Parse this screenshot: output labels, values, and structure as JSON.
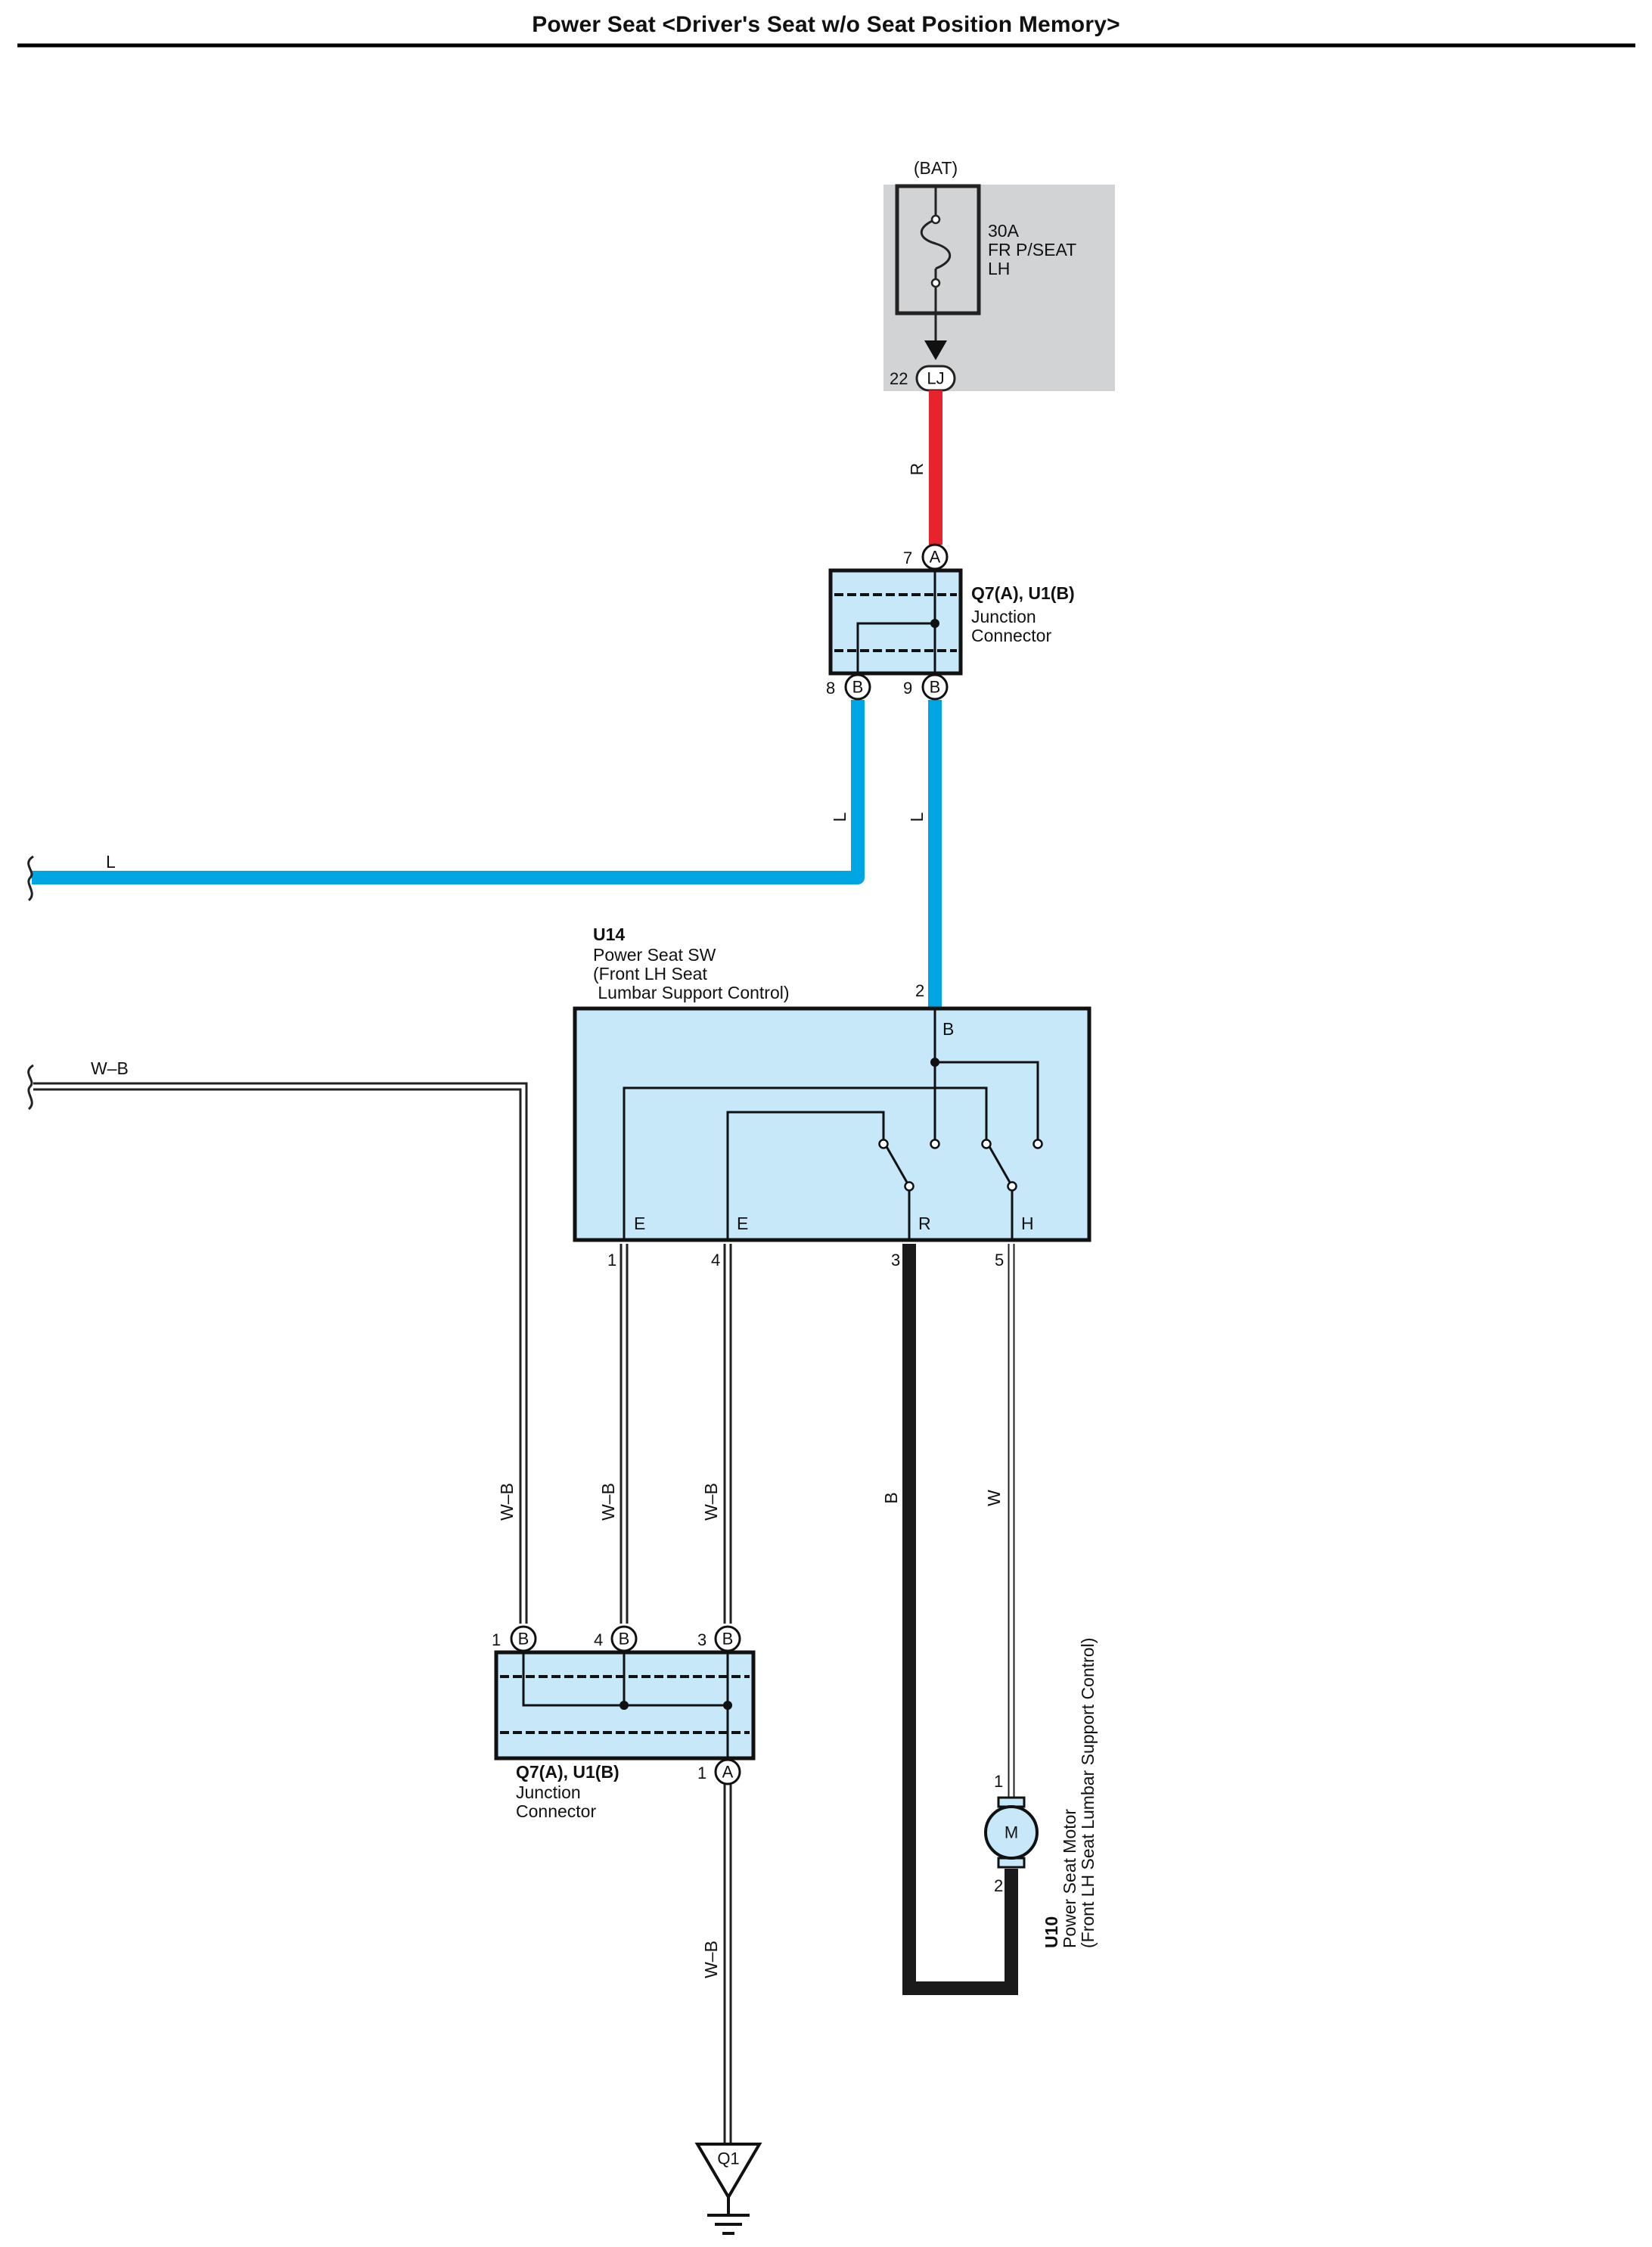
{
  "title": "Power Seat <Driver's Seat w/o Seat Position Memory>",
  "colors": {
    "red_wire": "#e8232b",
    "blue_wire": "#00a6e4",
    "black_wire": "#1a1a1a",
    "component_fill": "#c7e8f8",
    "fuse_box_fill": "#d1d3d4"
  },
  "fuse_box": {
    "source": "(BAT)",
    "fuse_rating": "30A",
    "fuse_name_1": "FR P/SEAT",
    "fuse_name_2": "LH",
    "terminal_pin": "22",
    "terminal_code": "LJ"
  },
  "junction_top": {
    "name": "Q7(A), U1(B)",
    "line1": "Junction",
    "line2": "Connector",
    "pins": [
      {
        "num": "7",
        "letter": "A"
      },
      {
        "num": "8",
        "letter": "B"
      },
      {
        "num": "9",
        "letter": "B"
      }
    ]
  },
  "switch": {
    "id": "U14",
    "line1": "Power Seat SW",
    "line2": "(Front LH Seat",
    "line3": " Lumbar Support Control)",
    "pin_top": "2",
    "terminal_top": "B",
    "terminals": [
      "E",
      "E",
      "R",
      "H"
    ],
    "pins_bottom": [
      "1",
      "4",
      "3",
      "5"
    ]
  },
  "junction_bottom": {
    "name": "Q7(A), U1(B)",
    "line1": "Junction",
    "line2": "Connector",
    "pins": [
      {
        "num": "1",
        "letter": "B"
      },
      {
        "num": "4",
        "letter": "B"
      },
      {
        "num": "3",
        "letter": "B"
      },
      {
        "num": "1",
        "letter": "A"
      }
    ]
  },
  "motor": {
    "id": "U10",
    "line1": "Power Seat Motor",
    "line2": "(Front LH Seat Lumbar Support Control)",
    "symbol": "M",
    "pin1": "1",
    "pin2": "2"
  },
  "ground": {
    "label": "Q1"
  },
  "wire_labels": {
    "red": "R",
    "blue_left": "L",
    "blue_right": "L",
    "blue_horizontal": "L",
    "wb_top": "W–B",
    "wb_1": "W–B",
    "wb_2": "W–B",
    "wb_3": "W–B",
    "wb_ground": "W–B",
    "black": "B",
    "white": "W"
  }
}
